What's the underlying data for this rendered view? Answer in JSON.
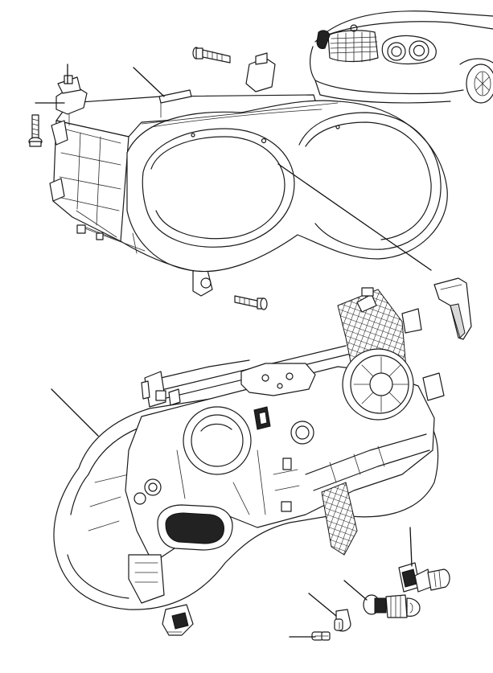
{
  "diagram": {
    "parts": [
      {
        "id": "headlamp-front-assembly",
        "icon": "headlamp-front-view"
      },
      {
        "id": "headlamp-rear-assembly",
        "icon": "headlamp-rear-view"
      },
      {
        "id": "vehicle-front-view",
        "icon": "car-front-inset"
      },
      {
        "id": "mounting-bolt-left",
        "icon": "bolt-icon"
      },
      {
        "id": "mounting-bolt-top",
        "icon": "bolt-icon"
      },
      {
        "id": "mounting-bolt-bottom",
        "icon": "bolt-icon"
      },
      {
        "id": "trim-clip",
        "icon": "clip-icon"
      },
      {
        "id": "bulb-cover-cap",
        "icon": "cap-icon"
      },
      {
        "id": "headlamp-bulb-hb",
        "icon": "bulb-icon"
      },
      {
        "id": "bulb-with-socket",
        "icon": "bulb-icon"
      },
      {
        "id": "wedge-bulb-small",
        "icon": "bulb-icon"
      },
      {
        "id": "wedge-bulb-tiny",
        "icon": "bulb-icon"
      }
    ],
    "leaders": 9
  }
}
